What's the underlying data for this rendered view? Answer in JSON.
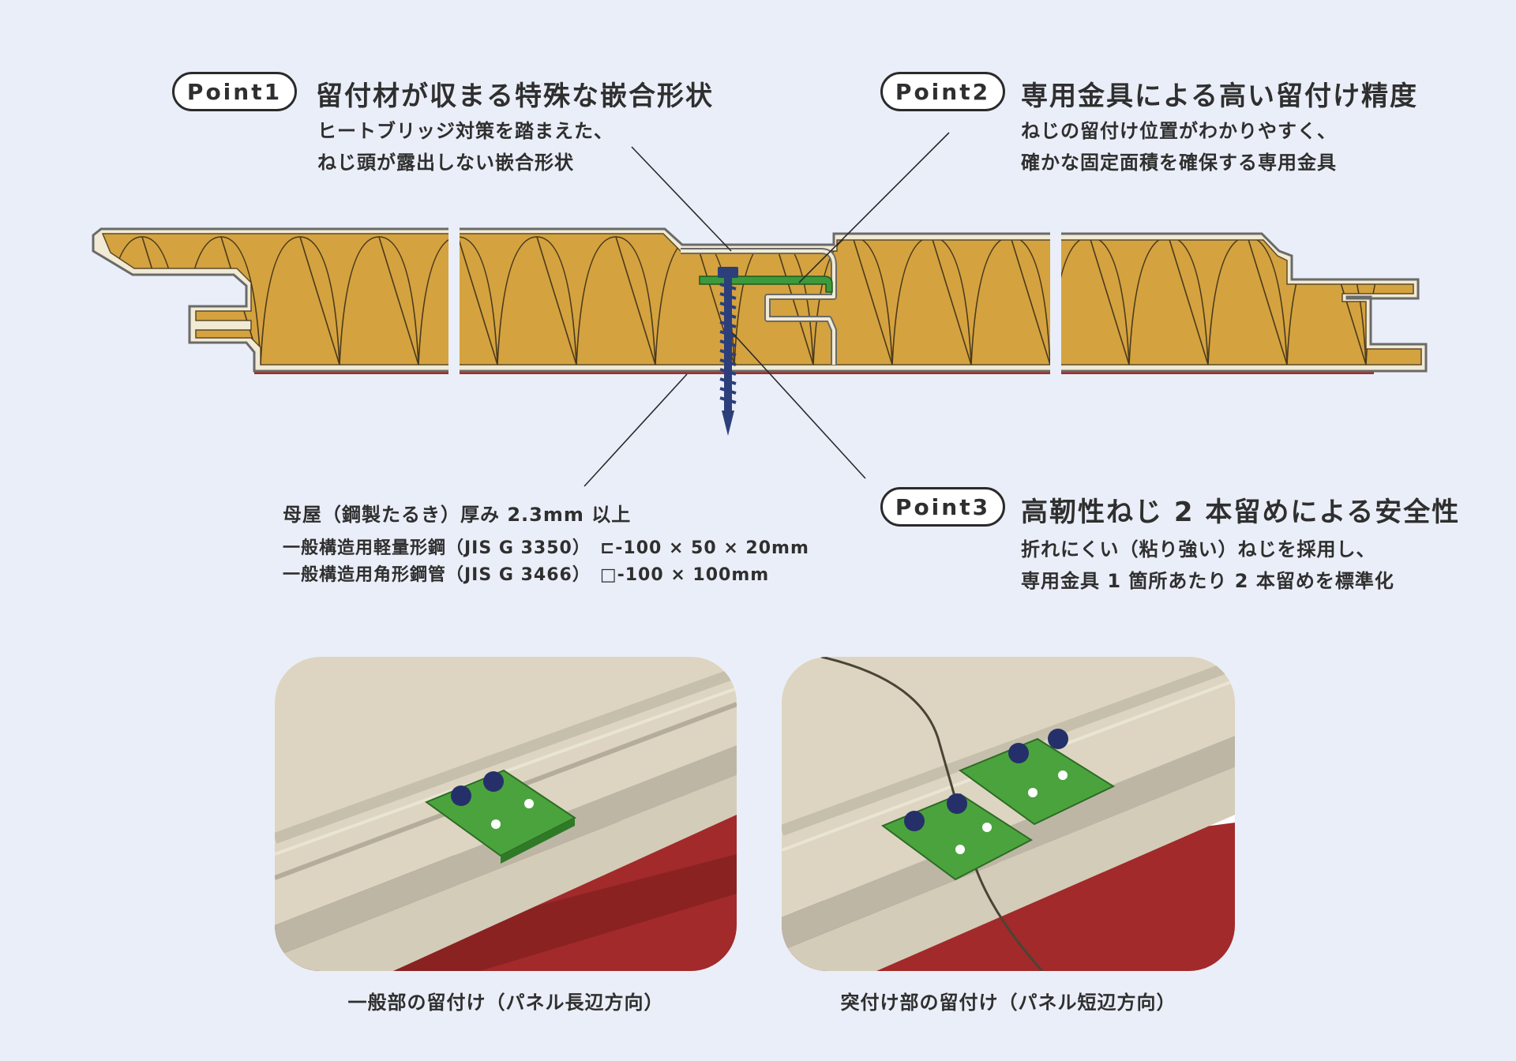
{
  "points": [
    {
      "badge": "Point1",
      "title": "留付材が収まる特殊な嵌合形状",
      "lines": [
        "ヒートブリッジ対策を踏まえた、",
        "ねじ頭が露出しない嵌合形状"
      ]
    },
    {
      "badge": "Point2",
      "title": "専用金具による高い留付け精度",
      "lines": [
        "ねじの留付け位置がわかりやすく、",
        "確かな固定面積を確保する専用金具"
      ]
    },
    {
      "badge": "Point3",
      "title": "高靭性ねじ 2 本留めによる安全性",
      "lines": [
        "折れにくい（粘り強い）ねじを採用し、",
        "専用金具 1 箇所あたり 2 本留めを標準化"
      ]
    }
  ],
  "purlin": {
    "title": "母屋（鋼製たるき）厚み 2.3mm 以上",
    "specs": [
      "一般構造用軽量形鋼（JIS G 3350）　⊏-100 × 50 × 20mm",
      "一般構造用角形鋼管（JIS G 3466）　□-100 × 100mm"
    ]
  },
  "photos": [
    {
      "caption": "一般部の留付け（パネル長辺方向）"
    },
    {
      "caption": "突付け部の留付け（パネル短辺方向）"
    }
  ],
  "colors": {
    "background": "#eaeef8",
    "insulation_core": "#d4a23f",
    "panel_skin": "#f1ead4",
    "bracket": "#3c9a3c",
    "screw": "#2c3f7a",
    "purlin": "#a52c2c"
  }
}
